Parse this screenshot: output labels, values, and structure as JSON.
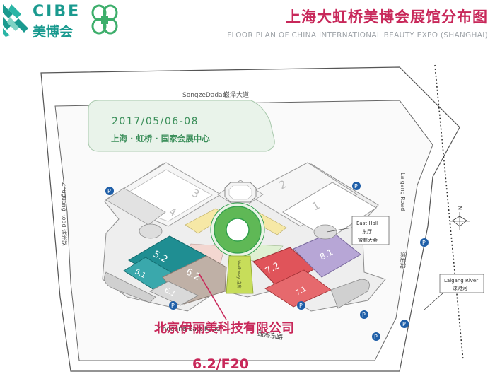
{
  "logo": {
    "brand": "CIBE",
    "brand_cn": "美博会"
  },
  "header": {
    "title_cn": "上海大虹桥美博会展馆分布图",
    "title_en": "FLOOR PLAN OF CHINA INTERNATIONAL BEAUTY EXPO (SHANGHAI)"
  },
  "event": {
    "date": "2017/05/06-08",
    "venue": "上海 · 虹桥 · 国家会展中心"
  },
  "roads": {
    "north": "SongzeDadao",
    "north_cn": "崧泽大道",
    "west": "Zhuguang Road",
    "west_cn": "诸光路",
    "east": "Laigang Road",
    "east_cn": "涞港路",
    "south": "Yinggang East Road",
    "south_cn": "盈港东路",
    "river": "Laigang River",
    "river_cn": "涞港河"
  },
  "halls": {
    "h1": "1",
    "h2": "2",
    "h3": "3",
    "h4": "4",
    "h5_2": "5.2",
    "h5_1": "5.1",
    "h6_1": "6.1",
    "h6_2": "6.2",
    "h7_2": "7.2",
    "h7_1": "7.1",
    "h8_1": "8.1"
  },
  "east_hall": {
    "line1": "East Hall",
    "line2": "东厅",
    "line3": "微商大会"
  },
  "walkway": "Walkway 连廊",
  "parking_label": "P",
  "compass": "N",
  "exhibitor": {
    "name": "北京伊丽美科技有限公司",
    "booth": "6.2/F20"
  },
  "colors": {
    "brand_teal": "#1a9a8f",
    "brand_green": "#3dae6b",
    "title_red": "#c8285a",
    "hall_5": "#1f8e92",
    "hall_7": "#e0545a",
    "hall_8": "#b7a6d6",
    "center_ring": "#2e9e4a",
    "park_blue": "#1f5fa8"
  },
  "icons": [
    "cibe-logo-icon",
    "clover-logo-icon",
    "parking-icon",
    "compass-icon"
  ]
}
